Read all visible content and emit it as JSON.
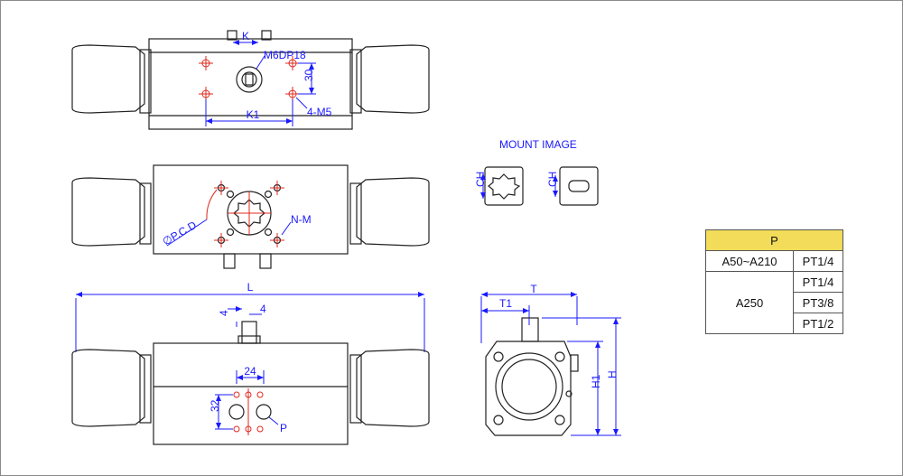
{
  "labels": {
    "k": "K",
    "m6dp18": "M6DP18",
    "dim30": "30",
    "m5": "4-M5",
    "k1": "K1",
    "mount_image": "MOUNT IMAGE",
    "ch_left": "CH",
    "ch_right": "CH",
    "pcd": "∅P.C.D",
    "nm": "N-M",
    "l": "L",
    "dim4a": "4",
    "dim4b": "4",
    "dim24": "24",
    "dim32": "32",
    "p": "P",
    "t": "T",
    "t1": "T1",
    "h1": "H1",
    "h": "H"
  },
  "table": {
    "header": "P",
    "rows": [
      {
        "model": "A50~A210",
        "port": "PT1/4"
      },
      {
        "model": "A250",
        "ports": [
          "PT1/4",
          "PT3/8",
          "PT1/2"
        ]
      }
    ]
  },
  "colors": {
    "dimension": "#1a1aff",
    "hole_marker": "#e0281e",
    "table_header": "#f2dc5a",
    "body": "#222222"
  }
}
